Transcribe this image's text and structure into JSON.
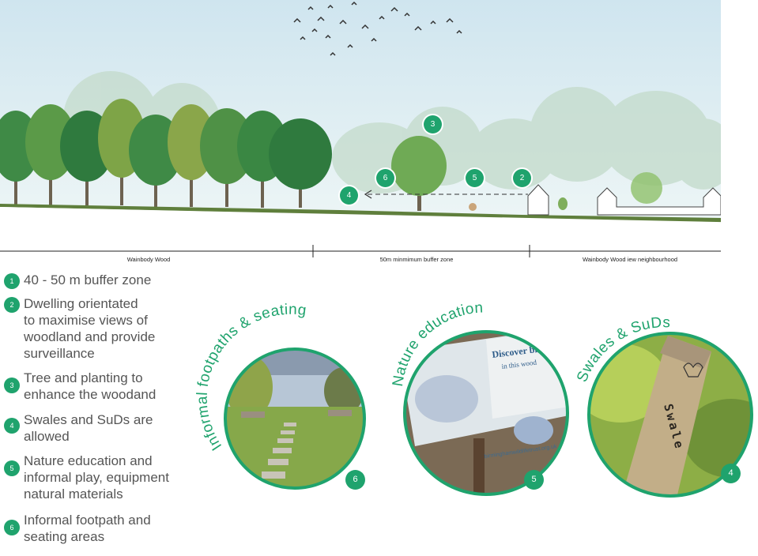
{
  "zones": [
    {
      "label": "Wainbody Wood"
    },
    {
      "label": "50m minmimum buffer zone"
    },
    {
      "label": "Wainbody Wood iew neighbourhood"
    }
  ],
  "section_markers": [
    "4",
    "6",
    "3",
    "5",
    "2"
  ],
  "legend": [
    {
      "num": "1",
      "text": "40 - 50 m buffer zone"
    },
    {
      "num": "2",
      "text": "Dwelling orientated\nto maximise views of\nwoodland and provide\nsurveillance"
    },
    {
      "num": "3",
      "text": "Tree and planting to\nenhance the woodand"
    },
    {
      "num": "4",
      "text": "Swales and SuDs are\nallowed"
    },
    {
      "num": "5",
      "text": "Nature education and\ninformal play, equipment\nnatural materials"
    },
    {
      "num": "6",
      "text": "Informal footpath and\nseating areas"
    }
  ],
  "photos": [
    {
      "title": "Informal footpaths & seating",
      "num": "6"
    },
    {
      "title": "Nature education",
      "num": "5",
      "sign_title": "Discover blu",
      "sign_sub": "in this wood",
      "sign_url": "birminghamwildlifetrust.org.uk"
    },
    {
      "title": "Swales & SuDs",
      "num": "4",
      "post_text": "Swale"
    }
  ],
  "colors": {
    "accent": "#1fa36d",
    "sky": "#dfeef3",
    "ground": "#5f7f3c"
  }
}
